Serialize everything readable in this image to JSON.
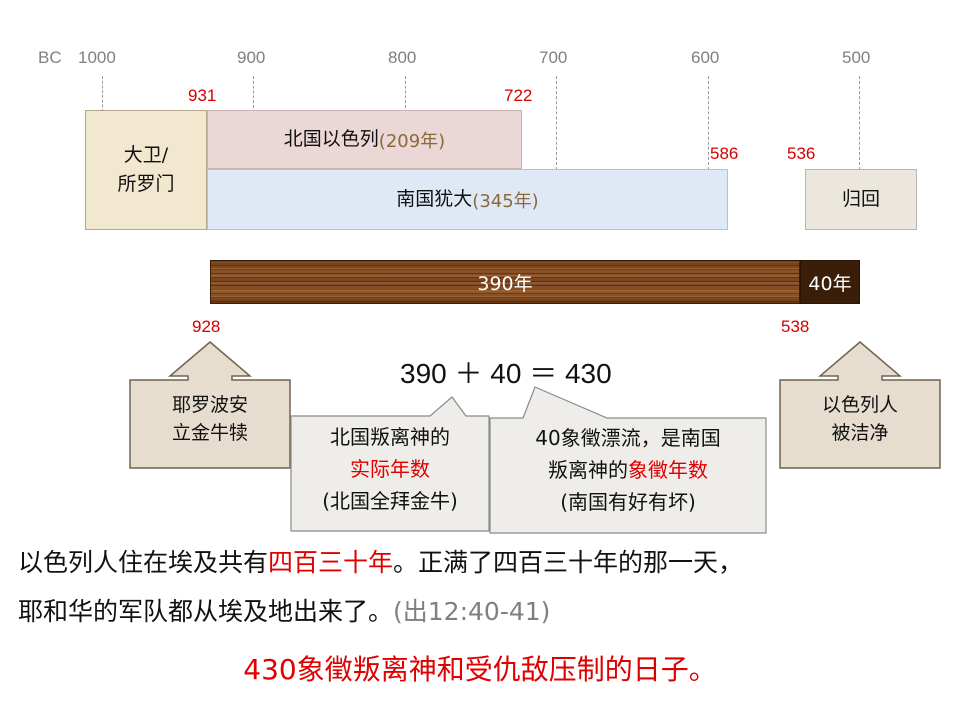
{
  "axis": {
    "bc_label": "BC",
    "ticks": [
      "1000",
      "900",
      "800",
      "700",
      "600",
      "500"
    ]
  },
  "year_markers": {
    "y931": "931",
    "y722": "722",
    "y586": "586",
    "y536": "536",
    "y928": "928",
    "y538": "538"
  },
  "periods": {
    "david_solomon": {
      "line1": "大卫/",
      "line2": "所罗门"
    },
    "north_israel": {
      "name": "北国以色列",
      "duration": "(209年)"
    },
    "south_judah": {
      "name": "南国犹大",
      "duration": "(345年)"
    },
    "return": {
      "label": "归回"
    }
  },
  "bar": {
    "main": "390年",
    "end": "40年"
  },
  "equation": "390 ＋ 40 ＝ 430",
  "arrows": {
    "left": {
      "line1": "耶罗波安",
      "line2": "立金牛犊"
    },
    "right": {
      "line1": "以色列人",
      "line2": "被洁净"
    }
  },
  "callouts": {
    "left": {
      "line1": "北国叛离神的",
      "line2": "实际年数",
      "line3": "(北国全拜金牛)"
    },
    "right": {
      "line1": "40象徵漂流，是南国",
      "line2_a": "叛离神的",
      "line2_b": "象徵年数",
      "line3": "(南国有好有坏)"
    }
  },
  "verse": {
    "part1": "以色列人住在埃及共有",
    "highlight": "四百三十年",
    "part2": "。正满了四百三十年的那一天，",
    "line2": "耶和华的军队都从埃及地出来了。",
    "ref": "(出12:40-41)"
  },
  "summary": "430象徵叛离神和受仇敌压制的日子。",
  "colors": {
    "accent_red": "#e00000",
    "year_red": "#d40000",
    "parchment": "#f2e8d0",
    "north_pink": "#ecd7d7",
    "south_blue": "#dfe9f5",
    "wood_brown": "#7a4520"
  }
}
